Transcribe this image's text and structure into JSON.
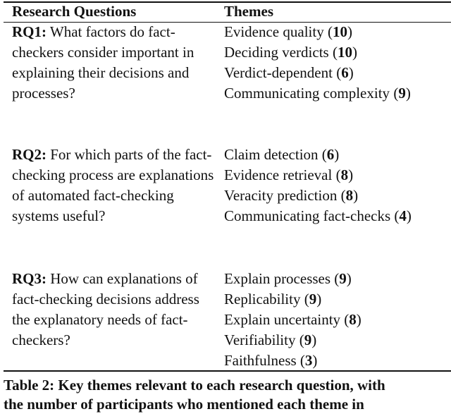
{
  "header": {
    "research_questions": "Research Questions",
    "themes": "Themes"
  },
  "rows": [
    {
      "rq_label": "RQ1:",
      "rq_text": "What factors do fact-checkers consider important in explaining their decisions and processes?",
      "themes": [
        {
          "name": "Evidence quality",
          "count": "10"
        },
        {
          "name": "Deciding verdicts",
          "count": "10"
        },
        {
          "name": "Verdict-dependent",
          "count": "6"
        },
        {
          "name": "Communicating complexity",
          "count": "9"
        }
      ]
    },
    {
      "rq_label": "RQ2:",
      "rq_text": "For which parts of the fact-checking process are explanations of automated fact-checking systems useful?",
      "themes": [
        {
          "name": "Claim detection",
          "count": "6"
        },
        {
          "name": "Evidence retrieval",
          "count": "8"
        },
        {
          "name": "Veracity prediction",
          "count": "8"
        },
        {
          "name": "Communicating fact-checks",
          "count": "4"
        }
      ]
    },
    {
      "rq_label": "RQ3:",
      "rq_text": "How can explanations of fact-checking decisions address the explanatory needs of fact-checkers?",
      "themes": [
        {
          "name": "Explain processes",
          "count": "9"
        },
        {
          "name": "Replicability",
          "count": "9"
        },
        {
          "name": "Explain uncertainty",
          "count": "8"
        },
        {
          "name": "Verifiability",
          "count": "9"
        },
        {
          "name": "Faithfulness",
          "count": "3"
        }
      ]
    }
  ],
  "caption": {
    "line1": "Table 2: Key themes relevant to each research question, with",
    "line2": "the number of participants who mentioned each theme in"
  }
}
